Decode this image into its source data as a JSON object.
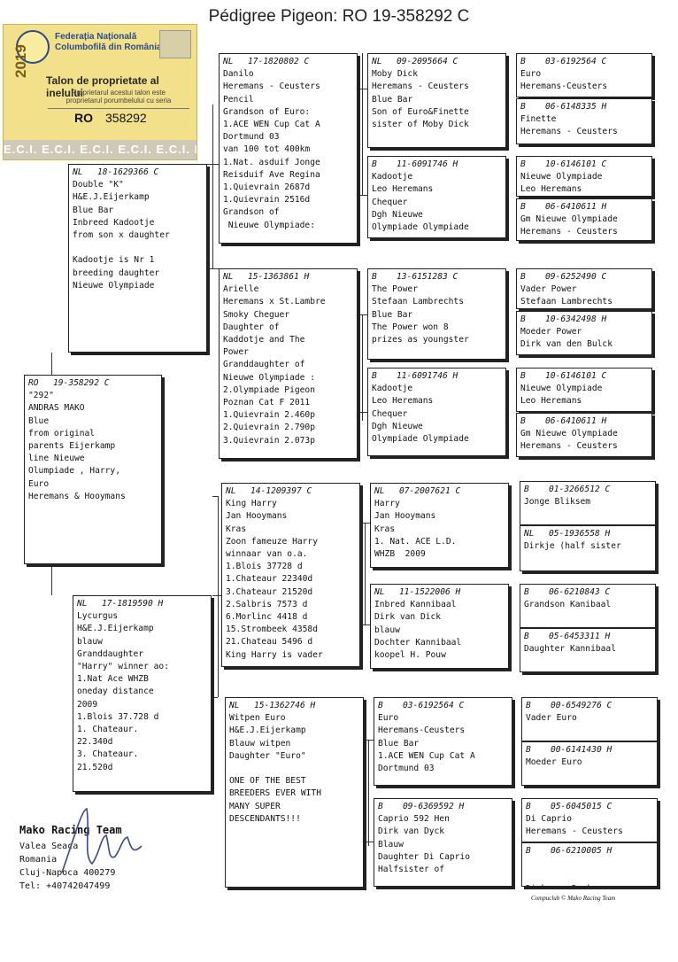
{
  "title": "Pédigree Pigeon: RO  19-358292 C",
  "ring": {
    "year": "2019",
    "org_line1": "Federația Națională",
    "org_line2": "Columbofilă din România",
    "card_title": "Talon de proprietate al inelului",
    "card_sub": "Proprietarul acestui talon este proprietarul porumbelului cu seria",
    "country": "RO",
    "number": "358292",
    "stripe": "E.C.I.  E.C.I.  E.C.I.  E.C.I.  E.C.I.  E.C.I.  E.C.I."
  },
  "pigeons": {
    "p0": {
      "cc": "RO",
      "ring": "19-358292",
      "sex": "C",
      "lines": [
        "\"292\"",
        "ANDRAS MAKO",
        "Blue",
        "from original",
        "parents Eijerkamp",
        "line Nieuwe",
        "Olumpiade , Harry,",
        "Euro",
        "Heremans & Hooymans"
      ]
    },
    "s": {
      "cc": "NL",
      "ring": "18-1629366",
      "sex": "C",
      "lines": [
        "Double \"K\"",
        "H&E.J.Eijerkamp",
        "Blue Bar",
        "Inbreed Kadootje",
        "from son x daughter",
        "",
        "Kadootje is Nr 1",
        "breeding daughter",
        "Nieuwe Olympiade"
      ]
    },
    "d": {
      "cc": "NL",
      "ring": "17-1819590",
      "sex": "H",
      "lines": [
        "Lycurgus",
        "H&E.J.Eijerkamp",
        "blauw",
        "Granddaughter",
        "\"Harry\" winner ao:",
        "1.Nat Ace WHZB",
        "oneday distance",
        "2009",
        "1.Blois 37.728 d",
        "1. Chateaur.",
        "22.340d",
        "3. Chateaur.",
        "21.520d"
      ]
    },
    "ss": {
      "cc": "NL",
      "ring": "17-1820802",
      "sex": "C",
      "lines": [
        "Danilo",
        "Heremans - Ceusters",
        "Pencil",
        "Grandson of Euro:",
        "1.ACE WEN Cup Cat A",
        "Dortmund 03",
        "van 100 tot 400km",
        "1.Nat. asduif Jonge",
        "Reisduif Ave Regina",
        "1.Quievrain 2687d",
        "1.Quievrain 2516d",
        "Grandson of",
        " Nieuwe Olympiade:"
      ]
    },
    "sd": {
      "cc": "NL",
      "ring": "15-1363861",
      "sex": "H",
      "lines": [
        "Arielle",
        "Heremans x St.Lambre",
        "Smoky Cheguer",
        "Daughter of",
        "Kaddotje and The",
        "Power",
        "Granddaughter of",
        "Nieuwe Olympiade :",
        "2.Olympiade Pigeon",
        "Poznan Cat F 2011",
        "1.Quievrain 2.460p",
        "2.Quievrain 2.790p",
        "3.Quievrain 2.073p"
      ]
    },
    "ds": {
      "cc": "NL",
      "ring": "14-1209397",
      "sex": "C",
      "lines": [
        "King Harry",
        "Jan Hooymans",
        "Kras",
        "Zoon fameuze Harry",
        "winnaar van o.a.",
        "1.Blois 37728 d",
        "1.Chateaur 22340d",
        "3.Chateaur 21520d",
        "2.Salbris 7573 d",
        "6.Morlinc 4418 d",
        "15.Strombeek 4358d",
        "21.Chateau 5496 d",
        "King Harry is vader"
      ]
    },
    "dd": {
      "cc": "NL",
      "ring": "15-1362746",
      "sex": "H",
      "lines": [
        "Witpen Euro",
        "H&E.J.Eijerkamp",
        "Blauw witpen",
        "Daughter \"Euro\"",
        "",
        "ONE OF THE BEST",
        "BREEDERS EVER WITH",
        "MANY SUPER",
        "DESCENDANTS!!!"
      ]
    },
    "sss": {
      "cc": "NL",
      "ring": "09-2095664",
      "sex": "C",
      "lines": [
        "Moby Dick",
        "Heremans - Ceusters",
        "Blue Bar",
        "Son of Euro&Finette",
        "sister of Moby Dick"
      ]
    },
    "ssd": {
      "cc": "B",
      "ring": "11-6091746",
      "sex": "H",
      "lines": [
        "Kadootje",
        "Leo Heremans",
        "Chequer",
        "Dgh Nieuwe",
        "Olympiade Olympiade"
      ]
    },
    "sds": {
      "cc": "B",
      "ring": "13-6151283",
      "sex": "C",
      "lines": [
        "The Power",
        "Stefaan Lambrechts",
        "Blue Bar",
        "The Power won 8",
        "prizes as youngster"
      ]
    },
    "sdd": {
      "cc": "B",
      "ring": "11-6091746",
      "sex": "H",
      "lines": [
        "Kadootje",
        "Leo Heremans",
        "Chequer",
        "Dgh Nieuwe",
        "Olympiade Olympiade"
      ]
    },
    "dss": {
      "cc": "NL",
      "ring": "07-2007621",
      "sex": "C",
      "lines": [
        "Harry",
        "Jan Hooymans",
        "Kras",
        "1. Nat. ACE L.D.",
        "WHZB  2009"
      ]
    },
    "dsd": {
      "cc": "NL",
      "ring": "11-1522006",
      "sex": "H",
      "lines": [
        "Inbred Kannibaal",
        "Dirk van Dick",
        "blauw",
        "Dochter Kannibaal",
        "koopel H. Pouw"
      ]
    },
    "dds": {
      "cc": "B",
      "ring": "03-6192564",
      "sex": "C",
      "lines": [
        "Euro",
        "Heremans-Ceusters",
        "Blue Bar",
        "1.ACE WEN Cup Cat A",
        "Dortmund 03"
      ]
    },
    "ddd": {
      "cc": "B",
      "ring": "09-6369592",
      "sex": "H",
      "lines": [
        "Caprio 592 Hen",
        "Dirk van Dyck",
        "Blauw",
        "Daughter Di Caprio",
        "Halfsister of"
      ]
    },
    "ssss": {
      "cc": "B",
      "ring": "03-6192564",
      "sex": "C",
      "lines": [
        "Euro",
        "Heremans-Ceusters"
      ]
    },
    "sssd": {
      "cc": "B",
      "ring": "06-6148335",
      "sex": "H",
      "lines": [
        "Finette",
        "Heremans - Ceusters"
      ]
    },
    "ssds": {
      "cc": "B",
      "ring": "10-6146101",
      "sex": "C",
      "lines": [
        "Nieuwe Olympiade",
        "Leo Heremans"
      ]
    },
    "ssdd": {
      "cc": "B",
      "ring": "06-6410611",
      "sex": "H",
      "lines": [
        "Gm Nieuwe Olympiade",
        "Heremans - Ceusters"
      ]
    },
    "sdss": {
      "cc": "B",
      "ring": "09-6252490",
      "sex": "C",
      "lines": [
        "Vader Power",
        "Stefaan Lambrechts"
      ]
    },
    "sdsd": {
      "cc": "B",
      "ring": "10-6342498",
      "sex": "H",
      "lines": [
        "Moeder Power",
        "Dirk van den Bulck"
      ]
    },
    "sdds": {
      "cc": "B",
      "ring": "10-6146101",
      "sex": "C",
      "lines": [
        "Nieuwe Olympiade",
        "Leo Heremans"
      ]
    },
    "sddd": {
      "cc": "B",
      "ring": "06-6410611",
      "sex": "H",
      "lines": [
        "Gm Nieuwe Olympiade",
        "Heremans - Ceusters"
      ]
    },
    "dsss": {
      "cc": "B",
      "ring": "01-3266512",
      "sex": "C",
      "lines": [
        "Jonge Bliksem"
      ]
    },
    "dssd": {
      "cc": "NL",
      "ring": "05-1936558",
      "sex": "H",
      "lines": [
        "Dirkje (half sister"
      ]
    },
    "dsds": {
      "cc": "B",
      "ring": "06-6210843",
      "sex": "C",
      "lines": [
        "Grandson Kanibaal"
      ]
    },
    "dsdd": {
      "cc": "B",
      "ring": "05-6453311",
      "sex": "H",
      "lines": [
        "Daughter Kannibaal"
      ]
    },
    "ddss": {
      "cc": "B",
      "ring": "00-6549276",
      "sex": "C",
      "lines": [
        "Vader Euro"
      ]
    },
    "ddsd": {
      "cc": "B",
      "ring": "00-6141430",
      "sex": "H",
      "lines": [
        "Moeder Euro"
      ]
    },
    "ddds": {
      "cc": "B",
      "ring": "05-6045015",
      "sex": "C",
      "lines": [
        "Di Caprio",
        "Heremans - Ceusters"
      ]
    },
    "dddd": {
      "cc": "B",
      "ring": "06-6210005",
      "sex": "H",
      "lines": [
        "",
        "",
        "Dirk van Dyck"
      ]
    }
  },
  "team": {
    "name": "Mako Racing Team",
    "addr1": "Valea Seaca",
    "addr2": "Romania",
    "addr3": "Cluj-Napoca 400279",
    "tel": "Tel: +40742047499"
  },
  "footer": "Compuclub © Mako Racing Team"
}
